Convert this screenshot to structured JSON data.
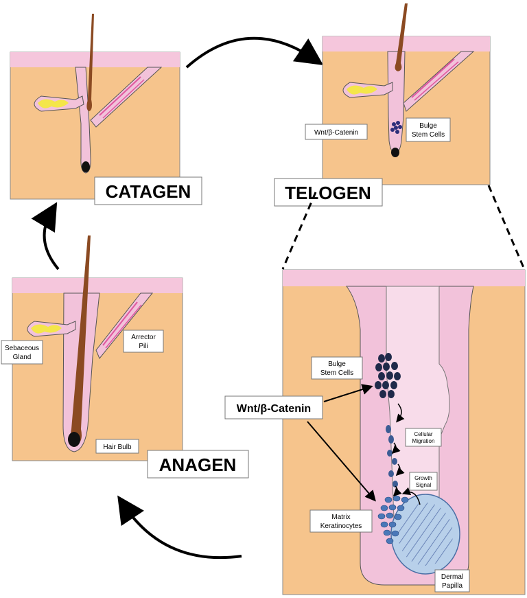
{
  "stages": {
    "catagen": "CATAGEN",
    "telogen": "TELOGEN",
    "anagen": "ANAGEN"
  },
  "labels": {
    "wnt_small": "Wnt/β-Catenin",
    "bulge_stem_cells_1": "Bulge",
    "bulge_stem_cells_2": "Stem Cells",
    "sebaceous_1": "Sebaceous",
    "sebaceous_2": "Gland",
    "arrector_1": "Arrector",
    "arrector_2": "Pili",
    "hair_bulb": "Hair Bulb",
    "wnt_large": "Wnt/β-Catenin",
    "zoom_bulge_1": "Bulge",
    "zoom_bulge_2": "Stem Cells",
    "migration_1": "Cellular",
    "migration_2": "Migration",
    "growth_1": "Growth",
    "growth_2": "Signal",
    "matrix_1": "Matrix",
    "matrix_2": "Keratinocytes",
    "papilla_1": "Dermal",
    "papilla_2": "Papilla"
  },
  "colors": {
    "dermis": "#F6C48C",
    "epidermis": "#F5C6DC",
    "follicle_pink": "#F2C2DA",
    "hair": "#8B4A22",
    "stem_cell_dark": "#1F2A4A",
    "keratinocyte": "#4A78B8",
    "papilla": "#B8D0EA",
    "gland_yellow": "#F4E64A",
    "muscle": "#E0579E"
  }
}
